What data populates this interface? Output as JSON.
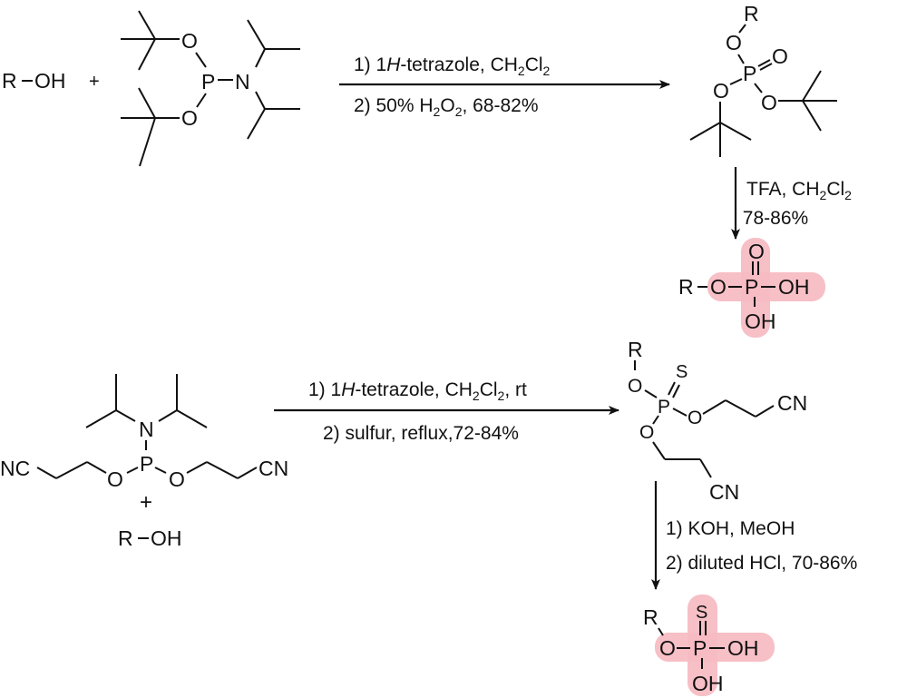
{
  "scheme": {
    "title": "Phosphorylation and thiophosphorylation of alcohols",
    "highlight_color": "#f7bcc3",
    "line_color": "#111111",
    "reaction1": {
      "reactant_alcohol": {
        "R": "R",
        "dash": "−",
        "OH": "OH"
      },
      "plus": "+",
      "reagent": {
        "name": "di-tert-butyl N,N-diisopropylphosphoramidite",
        "O_top": "O",
        "O_bottom": "O",
        "P": "P",
        "N": "N"
      },
      "conditions": {
        "step1_prefix": "1) 1",
        "step1_italic": "H",
        "step1_rest": "-tetrazole, CH",
        "step1_sub1": "2",
        "step1_cl": "Cl",
        "step1_sub2": "2",
        "step2_prefix": "2) 50% H",
        "step2_sub1": "2",
        "step2_o": "O",
        "step2_sub2": "2",
        "step2_yield": ", 68-82%"
      },
      "intermediate": {
        "name": "di-tert-butyl alkyl phosphate",
        "R": "R",
        "O_top": "O",
        "P": "P",
        "O_double": "O",
        "O_left": "O",
        "O_right": "O"
      },
      "deprotection": {
        "line1_prefix": "TFA, CH",
        "line1_sub1": "2",
        "line1_cl": "Cl",
        "line1_sub2": "2",
        "line2": "78-86%"
      },
      "product": {
        "name": "alkyl phosphate",
        "R": "R",
        "dash": "−",
        "O": "O",
        "P": "P",
        "O_double": "O",
        "OH_right": "OH",
        "OH_bottom": "OH"
      }
    },
    "reaction2": {
      "reagent": {
        "name": "bis(2-cyanoethyl) N,N-diisopropylphosphoramidite",
        "N": "N",
        "P": "P",
        "O_left": "O",
        "O_right": "O",
        "NC_left": "NC",
        "CN_right": "CN"
      },
      "plus": "+",
      "reactant_alcohol": {
        "R": "R",
        "dash": "−",
        "OH": "OH"
      },
      "conditions": {
        "step1_prefix": "1) 1",
        "step1_italic": "H",
        "step1_rest": "-tetrazole, CH",
        "step1_sub1": "2",
        "step1_cl": "Cl",
        "step1_sub2": "2",
        "step1_tail": ", rt",
        "step2": "2) sulfur, reflux,72-84%"
      },
      "intermediate": {
        "name": "bis(2-cyanoethyl) alkyl phosphorothioate",
        "R": "R",
        "O_top": "O",
        "P": "P",
        "S": "S",
        "O_right": "O",
        "O_lower": "O",
        "CN_right": "CN",
        "CN_lower": "CN"
      },
      "deprotection": {
        "step1": "1) KOH, MeOH",
        "step2": "2) diluted HCl, 70-86%"
      },
      "product": {
        "name": "alkyl phosphorothioate",
        "R": "R",
        "O": "O",
        "P": "P",
        "S": "S",
        "OH_right": "OH",
        "OH_bottom": "OH"
      }
    }
  }
}
